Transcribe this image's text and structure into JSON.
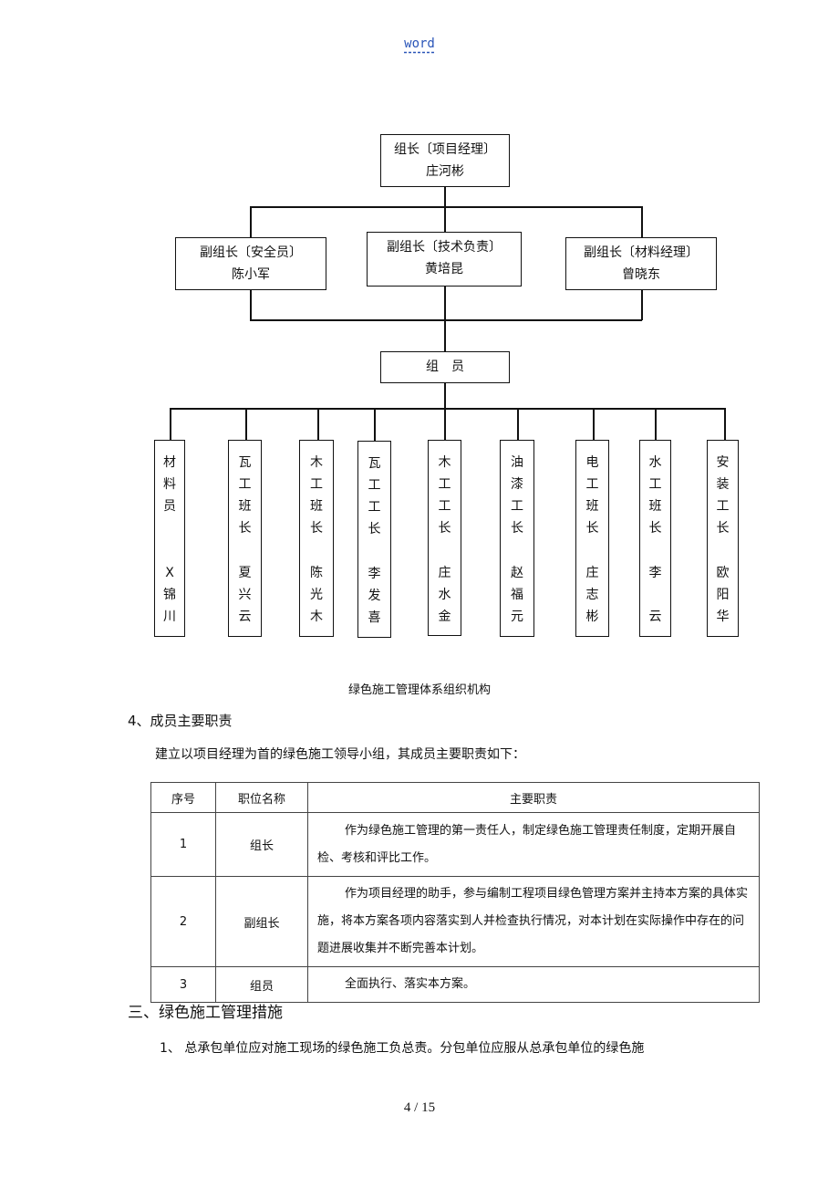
{
  "header": {
    "link_text": "word"
  },
  "org_chart": {
    "leader": {
      "title": "组长〔项目经理〕",
      "name": "庄河彬"
    },
    "deputies": [
      {
        "title": "副组长〔安全员〕",
        "name": "陈小军"
      },
      {
        "title": "副组长〔技术负责〕",
        "name": "黄培昆"
      },
      {
        "title": "副组长〔材料经理〕",
        "name": "曾晓东"
      }
    ],
    "members_label": "组　员",
    "members": [
      {
        "role": [
          "材",
          "料",
          "员"
        ],
        "name": [
          "X",
          "锦",
          "川"
        ]
      },
      {
        "role": [
          "瓦",
          "工",
          "班",
          "长"
        ],
        "name": [
          "夏",
          "兴",
          "云"
        ]
      },
      {
        "role": [
          "木",
          "工",
          "班",
          "长"
        ],
        "name": [
          "陈",
          "光",
          "木"
        ]
      },
      {
        "role": [
          "瓦",
          "工",
          "工",
          "长"
        ],
        "name": [
          "李",
          "发",
          "喜"
        ]
      },
      {
        "role": [
          "木",
          "工",
          "工",
          "长"
        ],
        "name": [
          "庄",
          "水",
          "金"
        ]
      },
      {
        "role": [
          "油",
          "漆",
          "工",
          "长"
        ],
        "name": [
          "赵",
          "福",
          "元"
        ]
      },
      {
        "role": [
          "电",
          "工",
          "班",
          "长"
        ],
        "name": [
          "庄",
          "志",
          "彬"
        ]
      },
      {
        "role": [
          "水",
          "工",
          "班",
          "长"
        ],
        "name": [
          "李",
          "",
          "云"
        ]
      },
      {
        "role": [
          "安",
          "装",
          "工",
          "长"
        ],
        "name": [
          "欧",
          "阳",
          "华"
        ]
      }
    ],
    "caption": "绿色施工管理体系组织机构"
  },
  "section4": {
    "heading": "4、成员主要职责",
    "intro": "建立以项目经理为首的绿色施工领导小组，其成员主要职责如下："
  },
  "duties_table": {
    "headers": [
      "序号",
      "职位名称",
      "主要职责"
    ],
    "rows": [
      {
        "no": "1",
        "position": "组长",
        "duty": "作为绿色施工管理的第一责任人，制定绿色施工管理责任制度，定期开展自检、考核和评比工作。"
      },
      {
        "no": "2",
        "position": "副组长",
        "duty": "作为项目经理的助手，参与编制工程项目绿色管理方案并主持本方案的具体实施，将本方案各项内容落实到人并检查执行情况，对本计划在实际操作中存在的问题进展收集并不断完善本计划。"
      },
      {
        "no": "3",
        "position": "组员",
        "duty": "全面执行、落实本方案。"
      }
    ]
  },
  "section3": {
    "heading": "三、绿色施工管理措施",
    "para1": "1、 总承包单位应对施工现场的绿色施工负总责。分包单位应服从总承包单位的绿色施"
  },
  "footer": {
    "page": "4  / 15"
  }
}
